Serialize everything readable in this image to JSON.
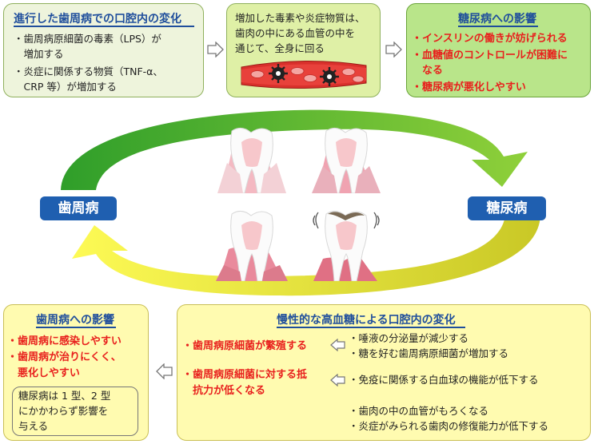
{
  "top_left": {
    "title": "進行した歯周病での口腔内の変化",
    "lines": [
      "・歯周病原細菌の毒素（LPS）が",
      "　増加する",
      "・炎症に関係する物質（TNF-α、",
      "　CRP 等）が増加する"
    ]
  },
  "top_middle": {
    "lines": [
      "増加した毒素や炎症物質は、",
      "歯肉の中にある血管の中を",
      "通じて、全身に回る"
    ]
  },
  "top_right": {
    "title": "糖尿病への影響",
    "lines": [
      "・インスリンの働きが妨げられる",
      "・血糖値のコントロールが困難に",
      "　なる",
      "・糖尿病が悪化しやすい"
    ]
  },
  "labels": {
    "left": "歯周病",
    "right": "糖尿病"
  },
  "bottom_left": {
    "title": "歯周病への影響",
    "red_lines": [
      "・歯周病に感染しやすい",
      "・歯周病が治りにくく、",
      "　悪化しやすい"
    ],
    "note_lines": [
      "糖尿病は 1 型、2 型",
      "にかかわらず影響を",
      "与える"
    ]
  },
  "bottom_right": {
    "title": "慢性的な高血糖による口腔内の変化",
    "red_lines": [
      "・歯周病原細菌が繁殖する",
      "・歯周病原細菌に対する抵",
      "　抗力が低くなる"
    ],
    "lines": [
      "・唾液の分泌量が減少する",
      "・糖を好む歯周病原細菌が増加する",
      "・免疫に関係する白血球の機能が低下する",
      "・歯肉の中の血管がもろくなる",
      "・炎症がみられる歯肉の修復能力が低下する"
    ]
  },
  "colors": {
    "accent_blue": "#1f5fb0",
    "red": "#e8201d",
    "green_arrow": "#3fae2a",
    "yellow_arrow": "#f2ec4a"
  }
}
